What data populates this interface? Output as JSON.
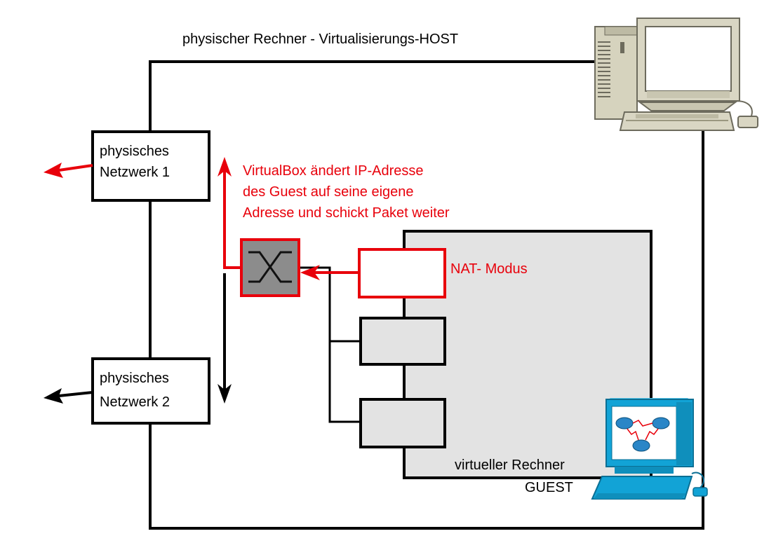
{
  "host_title": "physischer Rechner - Virtualisierungs-HOST",
  "net1": {
    "line1": "physisches",
    "line2": "Netzwerk 1"
  },
  "net2": {
    "line1": "physisches",
    "line2": "Netzwerk 2"
  },
  "annotation": {
    "line1": "VirtualBox ändert IP-Adresse",
    "line2": "des Guest auf seine eigene",
    "line3": "Adresse und schickt Paket weiter"
  },
  "nat_label": "NAT- Modus",
  "guest": {
    "line1": "virtueller Rechner",
    "line2": "GUEST"
  },
  "colors": {
    "accent_red": "#e8000b",
    "guest_fill": "#e3e3e3",
    "switch_fill": "#8c8c8c",
    "guest_icon_blue": "#12a3d6",
    "host_pc_beige": "#d9d6c3"
  },
  "icons": [
    "desktop-computer-icon",
    "switch-icon",
    "router-network-workstation-icon"
  ]
}
